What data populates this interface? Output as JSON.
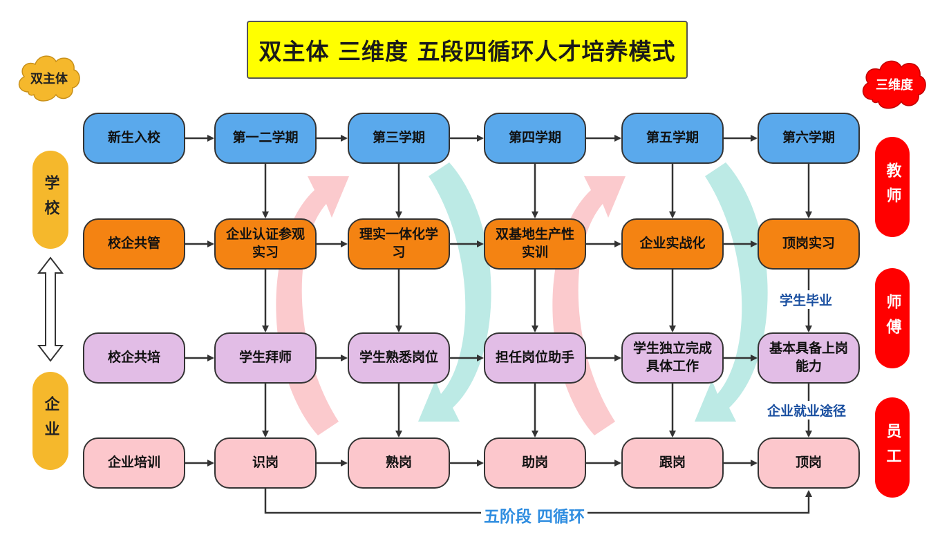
{
  "title": "双主体 三维度 五段四循环人才培养模式",
  "left_cloud": "双主体",
  "right_cloud": "三维度",
  "left_pills": [
    "学校",
    "企业"
  ],
  "right_pills": [
    "教师",
    "师傅",
    "员工"
  ],
  "rows": [
    [
      "新生入校",
      "第一二学期",
      "第三学期",
      "第四学期",
      "第五学期",
      "第六学期"
    ],
    [
      "校企共管",
      "企业认证参观实习",
      "理实一体化学习",
      "双基地生产性实训",
      "企业实战化",
      "顶岗实习"
    ],
    [
      "校企共培",
      "学生拜师",
      "学生熟悉岗位",
      "担任岗位助手",
      "学生独立完成具体工作",
      "基本具备上岗能力"
    ],
    [
      "企业培训",
      "识岗",
      "熟岗",
      "助岗",
      "跟岗",
      "顶岗"
    ]
  ],
  "graduation_label": "学生毕业",
  "employment_label": "企业就业途径",
  "bottom_label": "五阶段 四循环",
  "colors": {
    "row1": "#5aa9ec",
    "row2": "#f48312",
    "row3": "#e2bde6",
    "row4": "#fcc7cc",
    "gold": "#f5b82c",
    "red": "#ff0000",
    "title_bg": "#ffff00",
    "cycle_pink": "#fbc4c8",
    "cycle_teal": "#b5e8e2"
  }
}
